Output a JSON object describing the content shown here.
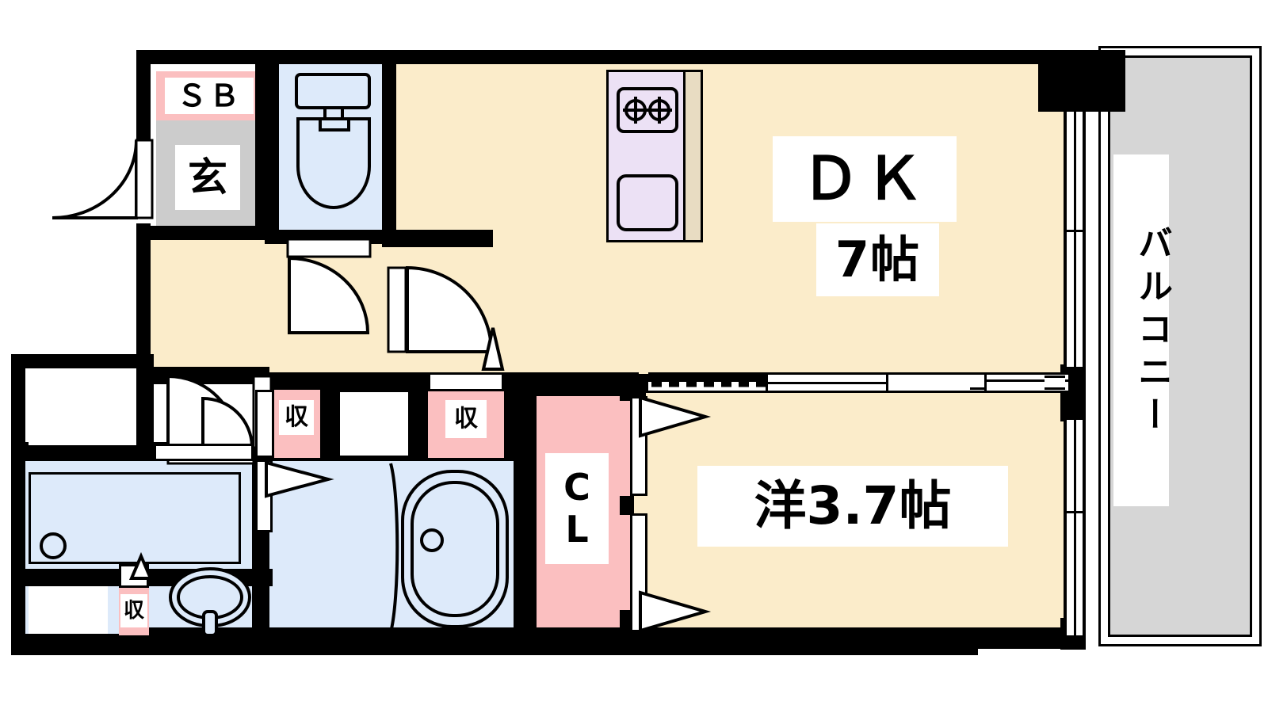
{
  "plan": {
    "type": "japanese-apartment-floorplan",
    "layout_code": "1DK",
    "background": "#ffffff",
    "colors": {
      "room_floor": "#fbecca",
      "wet_area": "#ddeafa",
      "kitchen_unit": "#ece1f5",
      "entry_tile": "#cccccc",
      "balcony": "#d6d6d6",
      "closet": "#fbbfc0",
      "wall": "#000000",
      "counter_edge": "#e8dcc2"
    }
  },
  "labels": {
    "dk_name": "ＤＫ",
    "dk_size": "7帖",
    "bedroom": "洋3.7帖",
    "balcony": "バルコニー",
    "entrance": "玄",
    "shoe_box": "ＳＢ",
    "closet": {
      "line1": "C",
      "line2": "L"
    },
    "storage_1": "収",
    "storage_2": "収",
    "storage_3": "収"
  },
  "rooms": [
    {
      "name": "DK",
      "label": "ＤＫ",
      "size": "7帖",
      "floor": "#fbecca"
    },
    {
      "name": "bedroom",
      "label": "洋3.7帖",
      "floor": "#fbecca"
    },
    {
      "name": "balcony",
      "label": "バルコニー",
      "floor": "#d6d6d6"
    },
    {
      "name": "entrance",
      "label": "玄",
      "floor": "#cccccc"
    },
    {
      "name": "hallway",
      "label": "",
      "floor": "#fbecca"
    },
    {
      "name": "toilet",
      "label": "",
      "floor": "#ddeafa"
    },
    {
      "name": "bathroom",
      "label": "",
      "floor": "#ddeafa"
    },
    {
      "name": "washroom",
      "label": "",
      "floor": "#ddeafa"
    },
    {
      "name": "closet",
      "label": "CL",
      "floor": "#fbbfc0"
    },
    {
      "name": "shoe-box",
      "label": "ＳＢ",
      "floor": "#fbbfc0"
    }
  ],
  "fixtures": [
    {
      "name": "gas-stove",
      "burners": 2,
      "room": "DK"
    },
    {
      "name": "kitchen-sink",
      "room": "DK"
    },
    {
      "name": "toilet-bowl",
      "room": "toilet"
    },
    {
      "name": "bathtub",
      "room": "bathroom"
    },
    {
      "name": "vanity-sink",
      "room": "washroom"
    },
    {
      "name": "washing-machine-space",
      "room": "washroom"
    }
  ],
  "openings": [
    {
      "name": "entrance-door",
      "type": "swing"
    },
    {
      "name": "toilet-door",
      "type": "swing"
    },
    {
      "name": "hallway-door",
      "type": "swing"
    },
    {
      "name": "washroom-door",
      "type": "swing"
    },
    {
      "name": "bathroom-door",
      "type": "sliding"
    },
    {
      "name": "closet-door",
      "type": "sliding"
    },
    {
      "name": "balcony-window-upper",
      "type": "sliding"
    },
    {
      "name": "balcony-window-lower",
      "type": "sliding"
    },
    {
      "name": "bedroom-partition",
      "type": "sliding"
    }
  ]
}
